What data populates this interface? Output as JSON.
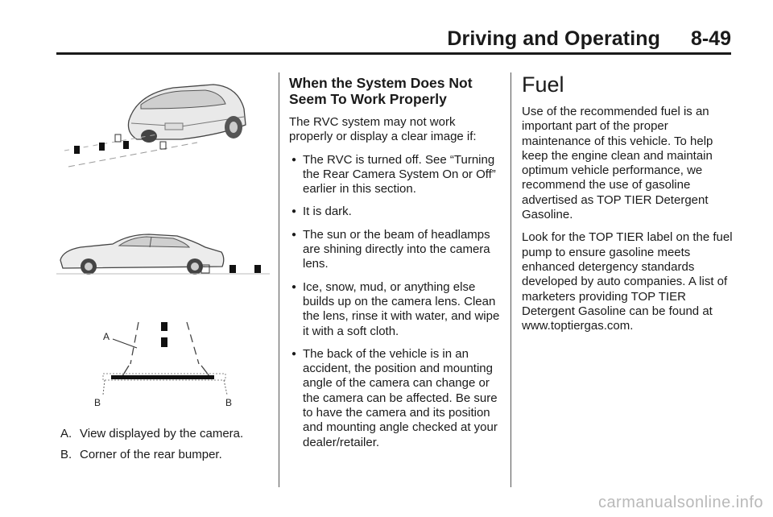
{
  "header": {
    "section": "Driving and Operating",
    "page": "8-49"
  },
  "figure": {
    "label_a": "A",
    "label_b": "B",
    "captions": [
      {
        "label": "A.",
        "text": "View displayed by the camera."
      },
      {
        "label": "B.",
        "text": "Corner of the rear bumper."
      }
    ]
  },
  "middle": {
    "heading": "When the System Does Not Seem To Work Properly",
    "intro": "The RVC system may not work properly or display a clear image if:",
    "bullets": [
      "The RVC is turned off. See “Turning the Rear Camera System On or Off” earlier in this section.",
      "It is dark.",
      "The sun or the beam of headlamps are shining directly into the camera lens.",
      "Ice, snow, mud, or anything else builds up on the camera lens. Clean the lens, rinse it with water, and wipe it with a soft cloth.",
      "The back of the vehicle is in an accident, the position and mounting angle of the camera can change or the camera can be affected. Be sure to have the camera and its position and mounting angle checked at your dealer/retailer."
    ]
  },
  "right": {
    "heading": "Fuel",
    "paragraphs": [
      "Use of the recommended fuel is an important part of the proper maintenance of this vehicle. To help keep the engine clean and maintain optimum vehicle performance, we recommend the use of gasoline advertised as TOP TIER Detergent Gasoline.",
      "Look for the TOP TIER label on the fuel pump to ensure gasoline meets enhanced detergency standards developed by auto companies. A list of marketers providing TOP TIER Detergent Gasoline can be found at www.toptiergas.com."
    ]
  },
  "footer": {
    "watermark": "carmanualsonline.info"
  }
}
